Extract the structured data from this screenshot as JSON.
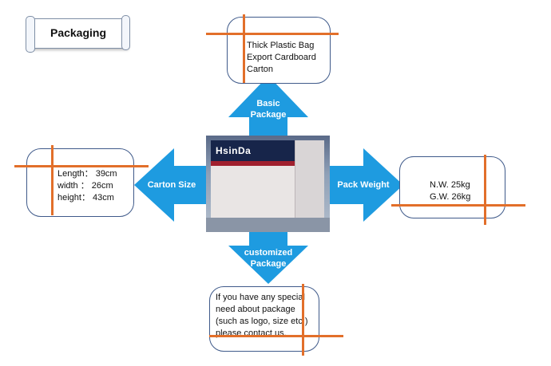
{
  "title": "Packaging",
  "center_image": {
    "brand_text": "HsinDa",
    "description_icon": "carton-photo"
  },
  "arrows": {
    "top": {
      "label_line1": "Basic",
      "label_line2": "Package"
    },
    "left": {
      "label": "Carton Size"
    },
    "right": {
      "label": "Pack Weight"
    },
    "bottom": {
      "label_line1": "customized",
      "label_line2": "Package"
    }
  },
  "boxes": {
    "basic": {
      "line1": "Thick Plastic Bag",
      "line2": "Export Cardboard",
      "line3": "Carton"
    },
    "size": {
      "length": "Length： 39cm",
      "width": "width ： 26cm",
      "height": "height： 43cm"
    },
    "weight": {
      "nw": "N.W. 25kg",
      "gw": "G.W. 26kg"
    },
    "custom": {
      "line1": "If you have any special",
      "line2": "need about package",
      "line3": "(such as logo, size etc.)",
      "line4": "please contact us."
    }
  },
  "colors": {
    "arrow": "#1e9be0",
    "accent_line": "#e26f2a",
    "box_border": "#3f5a8a"
  }
}
